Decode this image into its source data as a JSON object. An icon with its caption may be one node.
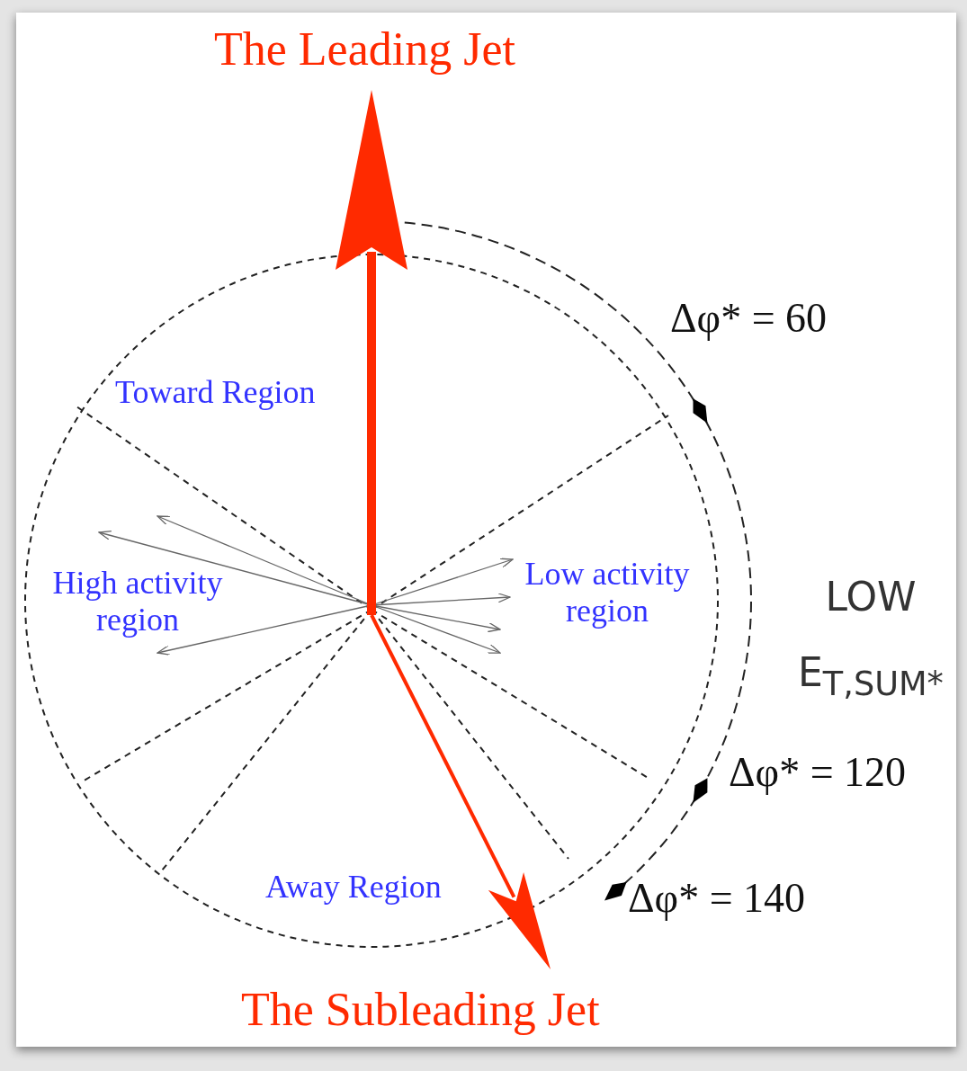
{
  "diagram": {
    "labels": [
      "The Leading Jet",
      "Δφ* = 60",
      "Toward Region",
      "High activity region",
      "Low activity region",
      "LOW E$_{T,SUM*}$",
      "Δφ* = 120",
      "Away Region",
      "Δφ* = 140",
      "The Subleading Jet"
    ]
  }
}
